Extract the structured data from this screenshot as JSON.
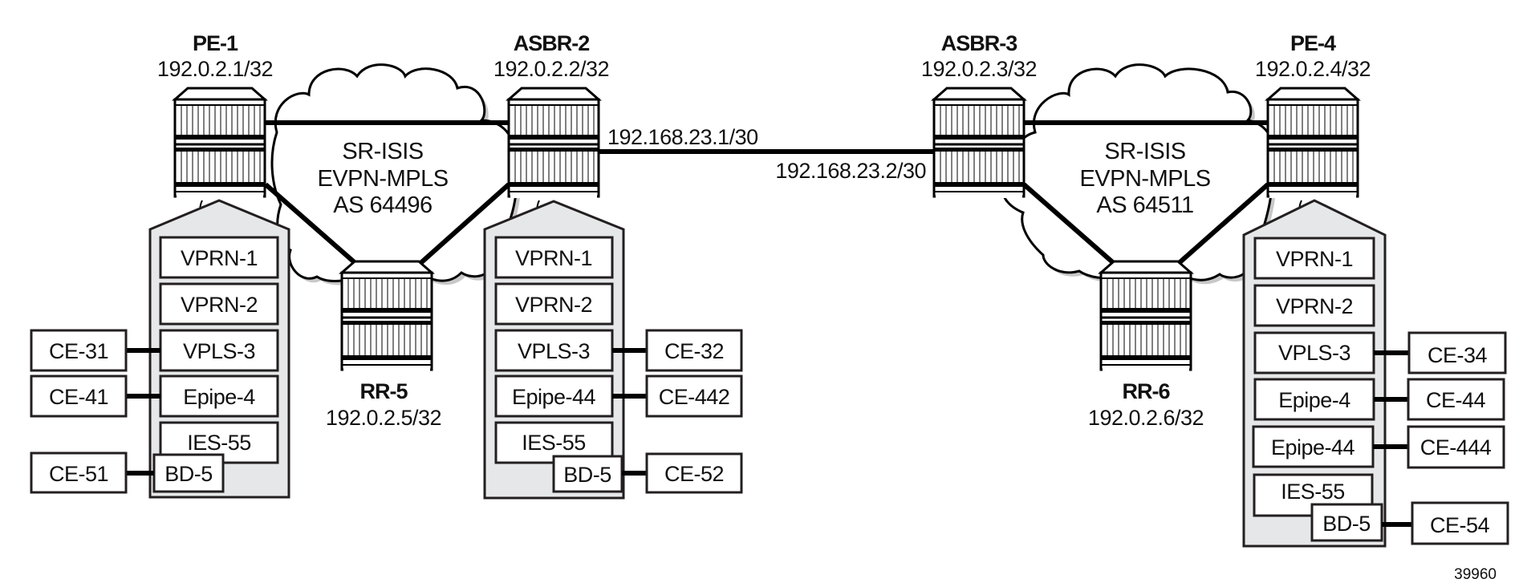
{
  "figure_id": "39960",
  "nodes": {
    "pe1": {
      "name": "PE-1",
      "ip": "192.0.2.1/32"
    },
    "asbr2": {
      "name": "ASBR-2",
      "ip": "192.0.2.2/32"
    },
    "asbr3": {
      "name": "ASBR-3",
      "ip": "192.0.2.3/32"
    },
    "pe4": {
      "name": "PE-4",
      "ip": "192.0.2.4/32"
    },
    "rr5": {
      "name": "RR-5",
      "ip": "192.0.2.5/32"
    },
    "rr6": {
      "name": "RR-6",
      "ip": "192.0.2.6/32"
    }
  },
  "clouds": {
    "left": {
      "lines": [
        "SR-ISIS",
        "EVPN-MPLS",
        "AS 64496"
      ]
    },
    "right": {
      "lines": [
        "SR-ISIS",
        "EVPN-MPLS",
        "AS 64511"
      ]
    }
  },
  "inter_as_link": {
    "asbr2_ip": "192.168.23.1/30",
    "asbr3_ip": "192.168.23.2/30"
  },
  "services": {
    "pe1": {
      "boxes": [
        "VPRN-1",
        "VPRN-2",
        "VPLS-3",
        "Epipe-4",
        "IES-55"
      ],
      "bd": "BD-5",
      "ces": [
        "CE-31",
        "CE-41",
        "CE-51"
      ]
    },
    "asbr2": {
      "boxes": [
        "VPRN-1",
        "VPRN-2",
        "VPLS-3",
        "Epipe-44",
        "IES-55"
      ],
      "bd": "BD-5",
      "ces": [
        "CE-32",
        "CE-442",
        "CE-52"
      ]
    },
    "pe4": {
      "boxes": [
        "VPRN-1",
        "VPRN-2",
        "VPLS-3",
        "Epipe-4",
        "Epipe-44",
        "IES-55"
      ],
      "bd": "BD-5",
      "ces": [
        "CE-34",
        "CE-44",
        "CE-444",
        "CE-54"
      ]
    }
  }
}
